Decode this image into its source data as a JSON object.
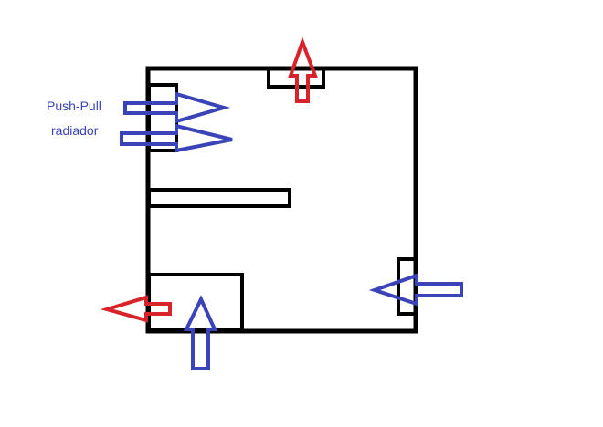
{
  "labels": {
    "push_pull": "Push-Pull",
    "radiador": "radiador"
  },
  "colors": {
    "background": "#ffffff",
    "case_outline": "#000000",
    "intake_arrow": "#3a43b8",
    "exhaust_arrow": "#d8232a",
    "label_text": "#3a43b8"
  },
  "airflow": {
    "intake_color_meaning": "blue",
    "exhaust_color_meaning": "red"
  }
}
